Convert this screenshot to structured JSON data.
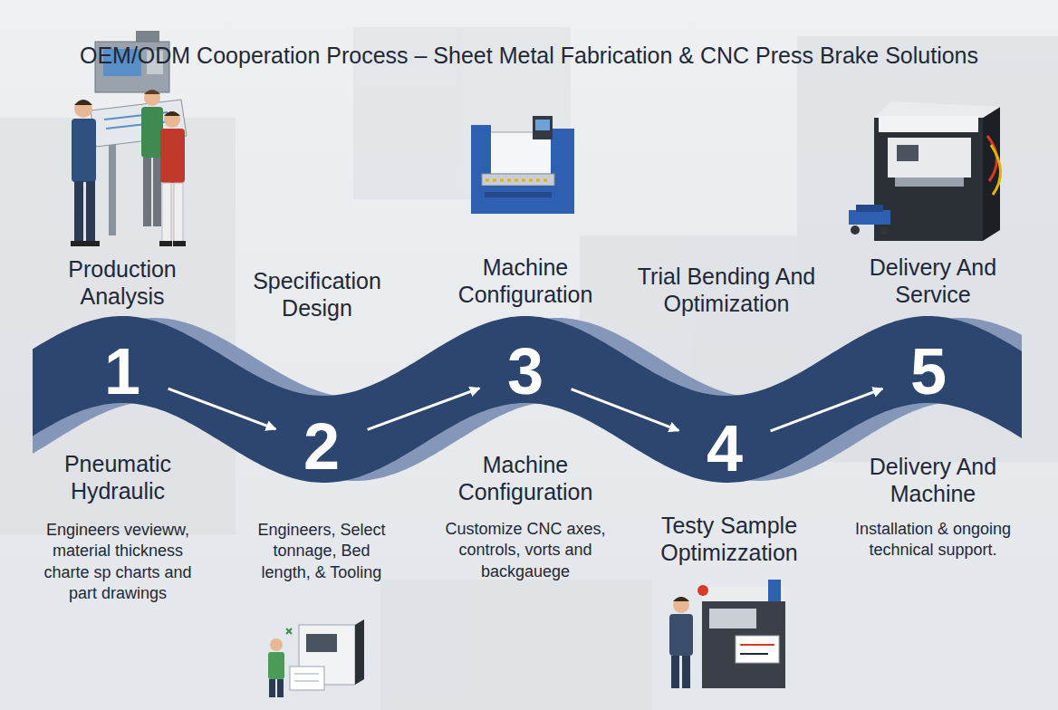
{
  "diagram": {
    "title": "OEM/ODM Cooperation Process – Sheet Metal Fabrication & CNC Press Brake Solutions",
    "nodes": [
      {
        "text": [
          "Production Analysis",
          "1",
          "Pneumatic Hydraulic",
          "Engineers vevieww, material thickness charte sp charts and part drawings"
        ]
      },
      {
        "text": [
          "Specification Design",
          "2",
          "Engineers, Select tonnage, Bed length, & Tooling"
        ]
      },
      {
        "text": [
          "Machine Configuration",
          "3",
          "Machine Configuration",
          "Customize CNC axes, controls, vorts and backgauege"
        ]
      },
      {
        "text": [
          "Trial Bending And Optimization",
          "4",
          "Testy Sample Optimizzation"
        ]
      },
      {
        "text": [
          "Delivery And Service",
          "5",
          "Delivery And Machine",
          "Installation & ongoing technical support."
        ]
      }
    ],
    "edges": [
      {
        "from": 0,
        "to": 1,
        "arrow": "to"
      },
      {
        "from": 1,
        "to": 2,
        "arrow": "to"
      },
      {
        "from": 2,
        "to": 3,
        "arrow": "to"
      },
      {
        "from": 3,
        "to": 4,
        "arrow": "to"
      }
    ]
  }
}
